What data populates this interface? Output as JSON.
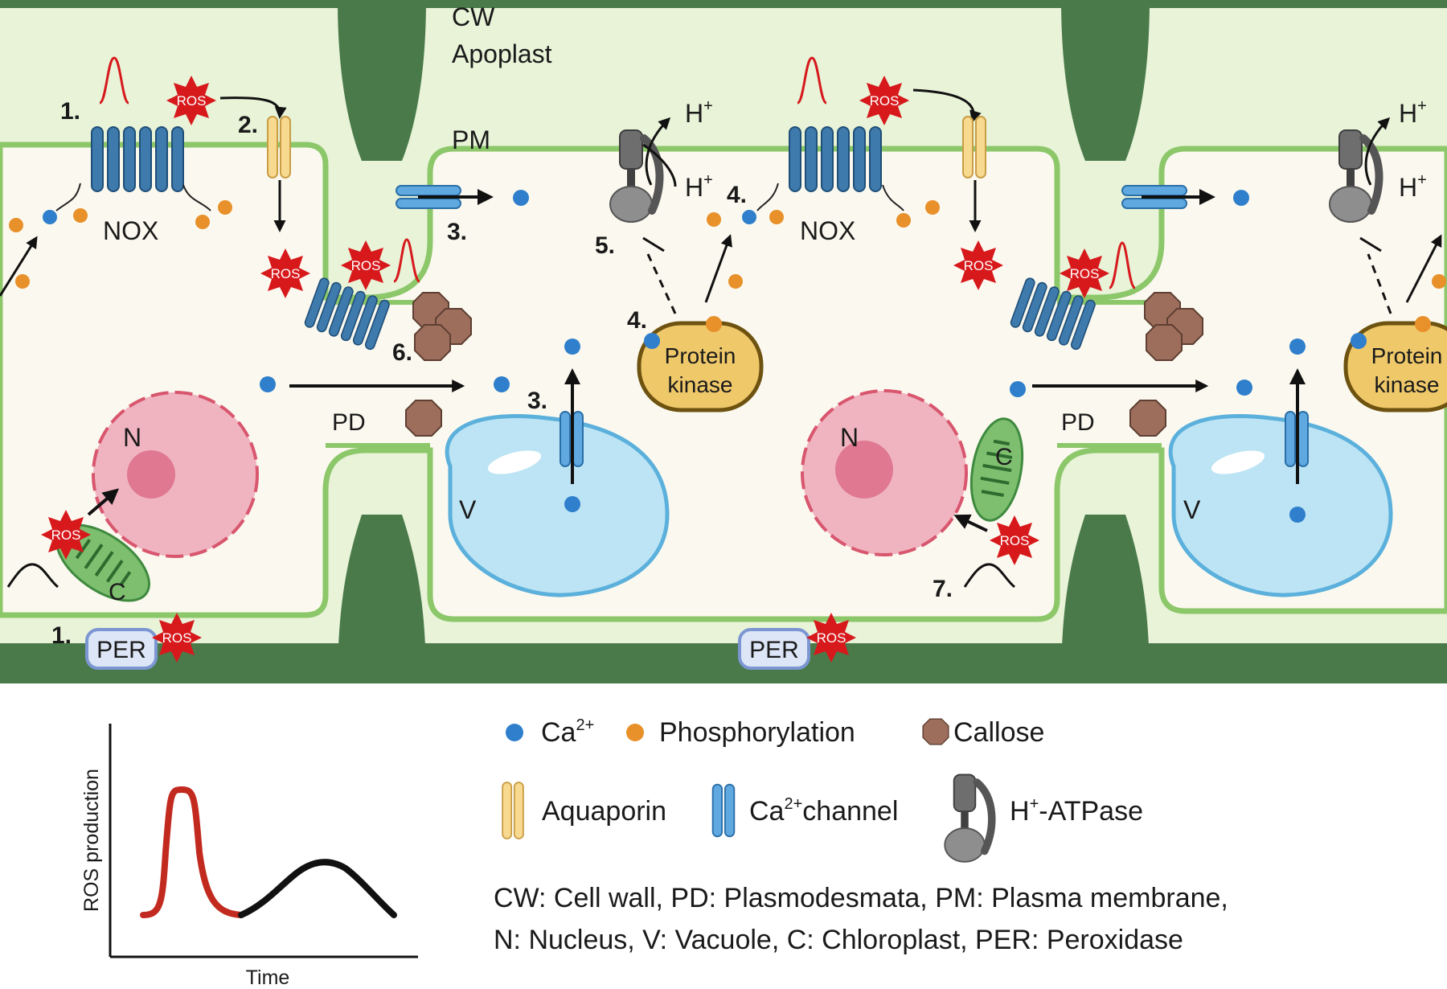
{
  "labels": {
    "cw": "CW",
    "apoplast": "Apoplast",
    "pm": "PM",
    "pd": "PD",
    "nox": "NOX",
    "nucleus": "N",
    "vacuole": "V",
    "chloroplast": "C",
    "per": "PER",
    "ros": "ROS",
    "protein_kinase_line1": "Protein",
    "protein_kinase_line2": "kinase",
    "h_plus": "H",
    "plus": "+"
  },
  "steps": {
    "s1": "1.",
    "s2": "2.",
    "s3": "3.",
    "s4": "4.",
    "s5": "5.",
    "s6": "6.",
    "s7": "7."
  },
  "legend": {
    "ca": "Ca",
    "ca_sup": "2+",
    "phosphorylation": "Phosphorylation",
    "callose": "Callose",
    "aquaporin": "Aquaporin",
    "ca_channel": "Ca",
    "ca_channel_sup": "2+",
    "ca_channel_rest": "channel",
    "h_atpase": "H",
    "h_atpase_sup": "+",
    "h_atpase_rest": "-ATPase",
    "abbrev_line1": "CW: Cell wall, PD: Plasmodesmata, PM: Plasma membrane,",
    "abbrev_line2": "N: Nucleus, V: Vacuole, C: Chloroplast, PER: Peroxidase"
  },
  "graph": {
    "ylabel": "ROS production",
    "xlabel": "Time"
  },
  "colors": {
    "cell_wall": "#4a7a4a",
    "apoplast": "#e8f3d8",
    "cytoplasm": "#fbf9ef",
    "membrane": "#8cc76a",
    "ros": "#d7191c",
    "nox": "#3f7aad",
    "ca": "#2f7fcc",
    "phospho": "#e8902a",
    "callose": "#9e6e5c",
    "aquaporin": "#f7d98f",
    "ca_channel": "#5fa8e0",
    "nucleus": "#f0b4c0",
    "vacuole": "#bde4f4",
    "chloroplast": "#7ebf6f",
    "per": "#dde6f7",
    "kinase": "#efc86a"
  }
}
